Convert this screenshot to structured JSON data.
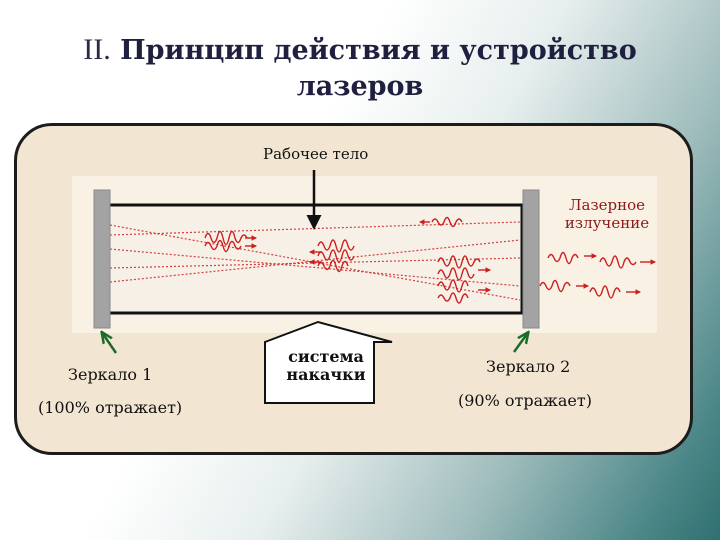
{
  "slide": {
    "title_number": "II.",
    "title_line1": "Принцип действия и устройство",
    "title_line2": "лазеров"
  },
  "labels": {
    "working_body": "Рабочее тело",
    "laser_output_line1": "Лазерное",
    "laser_output_line2": "излучение",
    "pump_line1": "система",
    "pump_line2": "накачки",
    "mirror1_name": "Зеркало 1",
    "mirror1_reflect": "(100% отражает)",
    "mirror2_name": "Зеркало 2",
    "mirror2_reflect": "(90% отражает)"
  },
  "colors": {
    "panel_bg": "#f2e6d3",
    "wave_red": "#cc1f1f",
    "mirror_gray": "#a3a3a3",
    "arrow_green": "#1d6b2a",
    "output_label_red": "#8b1a1a"
  }
}
